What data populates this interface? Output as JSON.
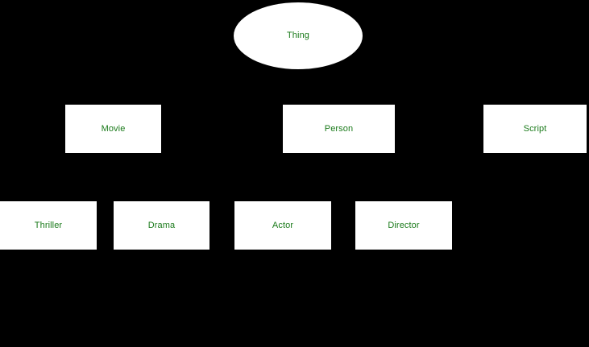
{
  "diagram": {
    "background_color": "#000000",
    "node_fill_color": "#ffffff",
    "label_color": "#1a7a1a",
    "nodes": {
      "thing": {
        "label": "Thing",
        "shape": "ellipse",
        "tier": 1
      },
      "movie": {
        "label": "Movie",
        "shape": "rectangle",
        "tier": 2
      },
      "person": {
        "label": "Person",
        "shape": "rectangle",
        "tier": 2
      },
      "script": {
        "label": "Script",
        "shape": "rectangle",
        "tier": 2
      },
      "thriller": {
        "label": "Thriller",
        "shape": "rectangle",
        "tier": 3
      },
      "drama": {
        "label": "Drama",
        "shape": "rectangle",
        "tier": 3
      },
      "actor": {
        "label": "Actor",
        "shape": "rectangle",
        "tier": 3
      },
      "director": {
        "label": "Director",
        "shape": "rectangle",
        "tier": 3
      }
    }
  }
}
